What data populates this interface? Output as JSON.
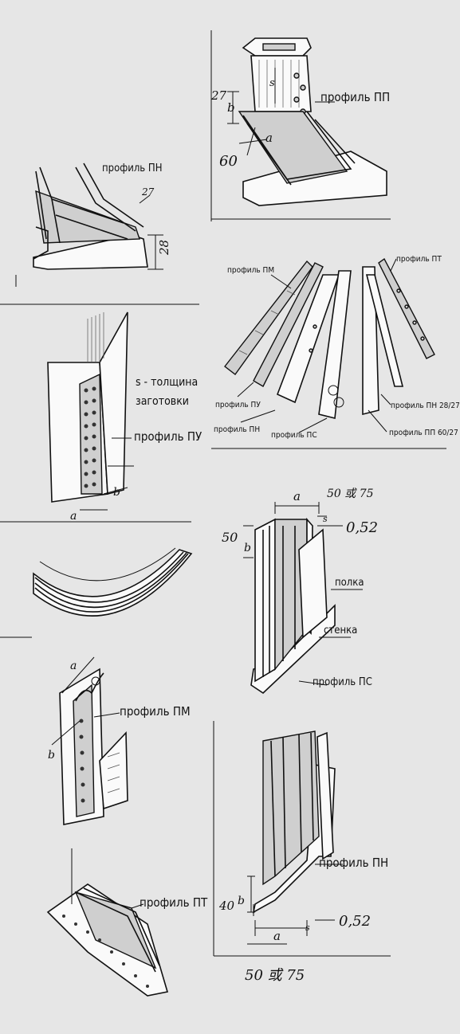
{
  "labels": {
    "pp_top": "профиль ПП",
    "pn_topleft": "профиль ПН",
    "dim_27_top": "27",
    "dim_b_top": "b",
    "dim_s_top": "s",
    "dim_a_top": "a",
    "dim_60": "60",
    "dim_27_pn": "27",
    "dim_28": "28",
    "fan_pm": "профиль ПМ",
    "fan_pt": "профиль ПТ",
    "fan_pu": "профиль ПУ",
    "fan_pn": "профиль ПН",
    "fan_ps": "профиль ПС",
    "fan_pp6027": "профиль ПП 60/27",
    "fan_pn2827": "профиль ПН 28/27",
    "s_note_line1": "s - толщина",
    "s_note_line2": "заготовки",
    "pu_label": "профиль ПУ",
    "pu_b": "b",
    "pu_a": "a",
    "ps_a": "a",
    "ps_50_75": "50 或 75",
    "ps_50": "50",
    "ps_b": "b",
    "ps_s": "s",
    "ps_052": "0,52",
    "ps_polka": "полка",
    "ps_stenka": "стенка",
    "ps_label": "профиль ПС",
    "pm_a": "a",
    "pm_b": "b",
    "pm_label": "профиль ПМ",
    "pt_label": "профиль ПТ",
    "pn_label": "профиль ПН",
    "pn_40": "40",
    "pn_b": "b",
    "pn_a": "a",
    "pn_s": "s",
    "pn_052": "0,52",
    "pn_50_75": "50 或 75"
  }
}
